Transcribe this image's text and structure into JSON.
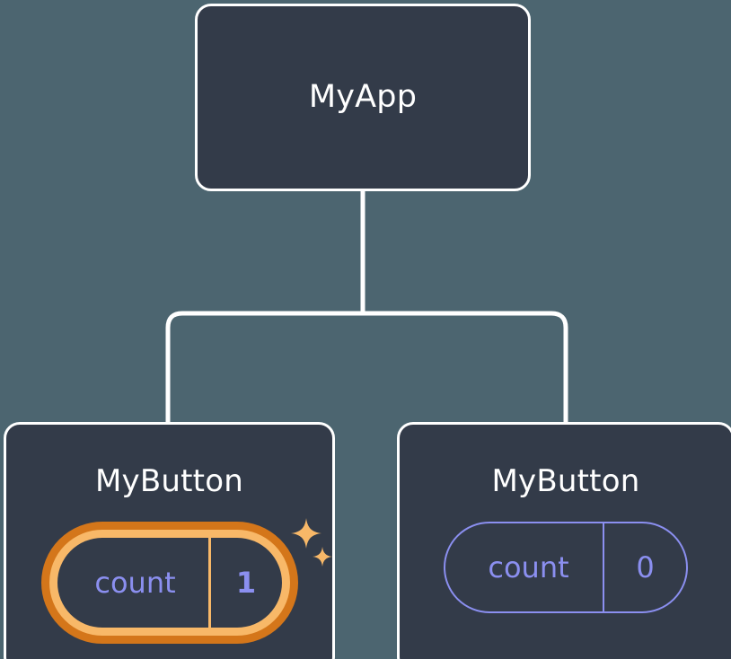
{
  "diagram": {
    "type": "component-tree",
    "background_color": "#4c6570",
    "node_fill_color": "#333b49",
    "node_border_color": "#ffffff",
    "connector_color": "#ffffff",
    "accent_highlight_outer": "#d4761a",
    "accent_highlight_inner": "#f8b868",
    "state_text_color": "#8b8ff0",
    "title": "MyApp"
  },
  "root": {
    "label": "MyApp"
  },
  "children": [
    {
      "label": "MyButton",
      "state": {
        "name": "count",
        "value": "1"
      },
      "highlighted": true,
      "sparkle_big": "sparkle-icon",
      "sparkle_small": "sparkle-icon"
    },
    {
      "label": "MyButton",
      "state": {
        "name": "count",
        "value": "0"
      },
      "highlighted": false
    }
  ],
  "connectors": {
    "stem_label": "root-to-branch-connector",
    "branch_label": "branch-to-children-connector"
  }
}
